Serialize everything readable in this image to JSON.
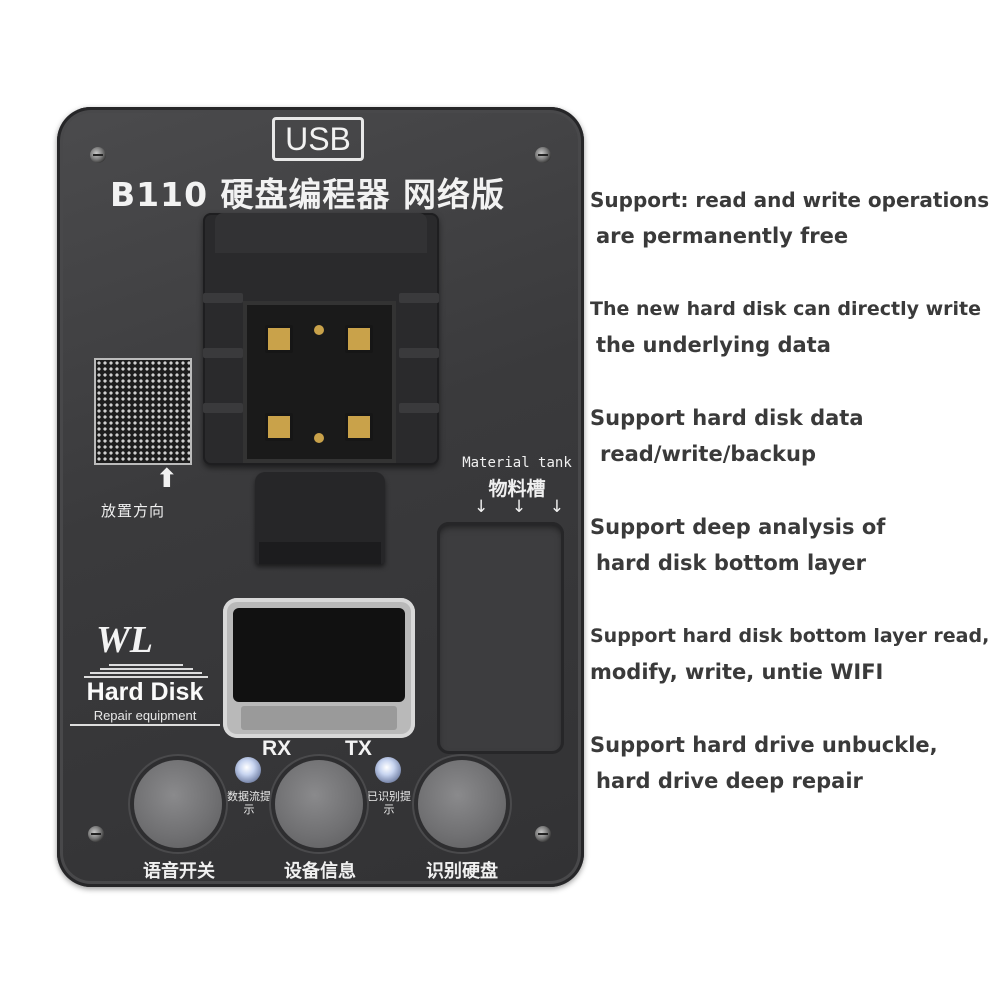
{
  "device": {
    "usb_label": "USB",
    "title": "B110 硬盘编程器 网络版",
    "placement_label": "放置方向",
    "material_tank_en": "Material tank",
    "material_tank_cn": "物料槽",
    "brand": {
      "logo_text": "WL",
      "product_name": "Hard Disk",
      "subtitle": "Repair equipment"
    },
    "indicators": {
      "rx_label": "RX",
      "tx_label": "TX",
      "rx_hint": "数据流提示",
      "tx_hint": "已识别提示"
    },
    "buttons": [
      {
        "label": "语音开关"
      },
      {
        "label": "设备信息"
      },
      {
        "label": "识别硬盘"
      }
    ]
  },
  "features": [
    {
      "line1": "Support: read and write operations",
      "line2": "are permanently free"
    },
    {
      "line1": "The new hard disk can directly write",
      "line2": "the underlying data"
    },
    {
      "line1": "Support  hard disk data",
      "line2": "read/write/backup"
    },
    {
      "line1": "Support deep analysis of",
      "line2": "hard disk bottom layer"
    },
    {
      "line1": "Support hard disk bottom layer read,",
      "line2": "modify, write, untie WIFI"
    },
    {
      "line1": "Support hard drive unbuckle,",
      "line2": "hard drive deep repair"
    }
  ]
}
